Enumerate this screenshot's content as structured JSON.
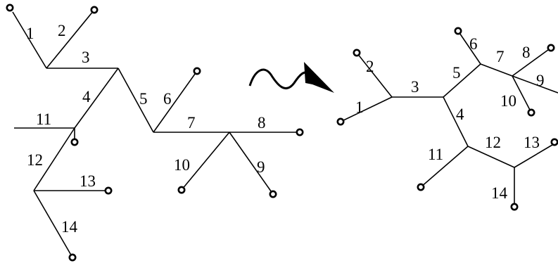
{
  "left_tree": {
    "edge_labels": [
      "1",
      "2",
      "3",
      "4",
      "5",
      "6",
      "7",
      "8",
      "9",
      "10",
      "11",
      "12",
      "13",
      "14"
    ]
  },
  "right_tree": {
    "edge_labels": [
      "1",
      "2",
      "3",
      "4",
      "5",
      "6",
      "7",
      "8",
      "9",
      "10",
      "11",
      "12",
      "13",
      "14"
    ]
  },
  "transform_arrow": {
    "icon": "wavy-arrow-icon"
  }
}
